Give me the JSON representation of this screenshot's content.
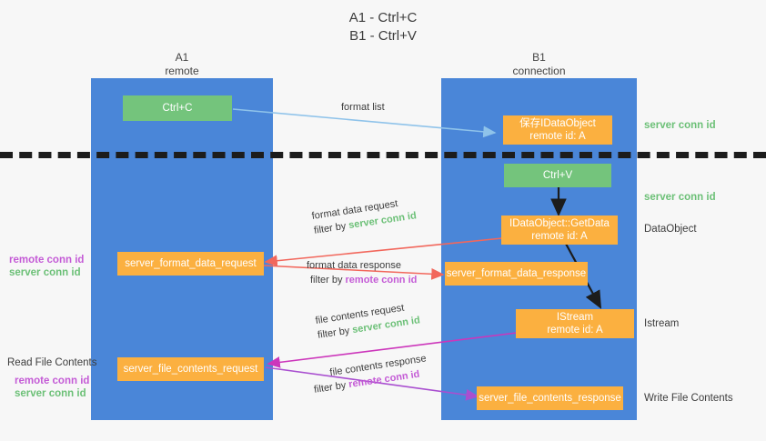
{
  "title": "A1 - Ctrl+C\nB1 - Ctrl+V",
  "columns": {
    "left": "A1\nremote",
    "right": "B1\nconnection"
  },
  "colors": {
    "lane": "#4a86d8",
    "box_green": "#74c47c",
    "box_orange": "#fbb040",
    "server_conn_id": "#6cc077",
    "remote_conn_id": "#c45bd6",
    "arrow_blue": "#8fc3ea",
    "arrow_red": "#f2675c",
    "arrow_magenta": "#cc36bb",
    "arrow_purple": "#a94fd0",
    "arrow_black": "#1c1c1c",
    "dashed_line": "#1c1c1c",
    "background": "#f7f7f7"
  },
  "boxes": {
    "ctrl_c": "Ctrl+C",
    "save_idataobject": "保存IDataObject\nremote id: A",
    "ctrl_v": "Ctrl+V",
    "getdata": "IDataObject::GetData\nremote id: A",
    "istream": "IStream\nremote id: A",
    "server_format_data_request": "server_format_data_request",
    "server_format_data_response": "server_format_data_response",
    "server_file_contents_request": "server_file_contents_request",
    "server_file_contents_response": "server_file_contents_response"
  },
  "right_labels": {
    "server_conn_id_top": "server conn id",
    "server_conn_id_mid": "server conn id",
    "dataobject": "DataObject",
    "istream": "Istream",
    "write_file_contents": "Write File Contents"
  },
  "left_labels": {
    "remote_conn_id_1": "remote conn id",
    "server_conn_id_1": "server conn id",
    "read_file_contents": "Read File Contents",
    "remote_conn_id_2": "remote conn id",
    "server_conn_id_2": "server conn id"
  },
  "arrows": {
    "format_list": "format list",
    "format_data_request": "format data request",
    "format_data_request_filter_prefix": "filter by ",
    "format_data_request_filter_value": "server conn id",
    "format_data_response": "format data response",
    "format_data_response_filter_prefix": "filter by ",
    "format_data_response_filter_value": "remote conn id",
    "file_contents_request": "file contents request",
    "file_contents_request_filter_prefix": "filter by ",
    "file_contents_request_filter_value": "server conn id",
    "file_contents_response": "file contents response",
    "file_contents_response_filter_prefix": "filter by ",
    "file_contents_response_filter_value": "remote conn id"
  }
}
